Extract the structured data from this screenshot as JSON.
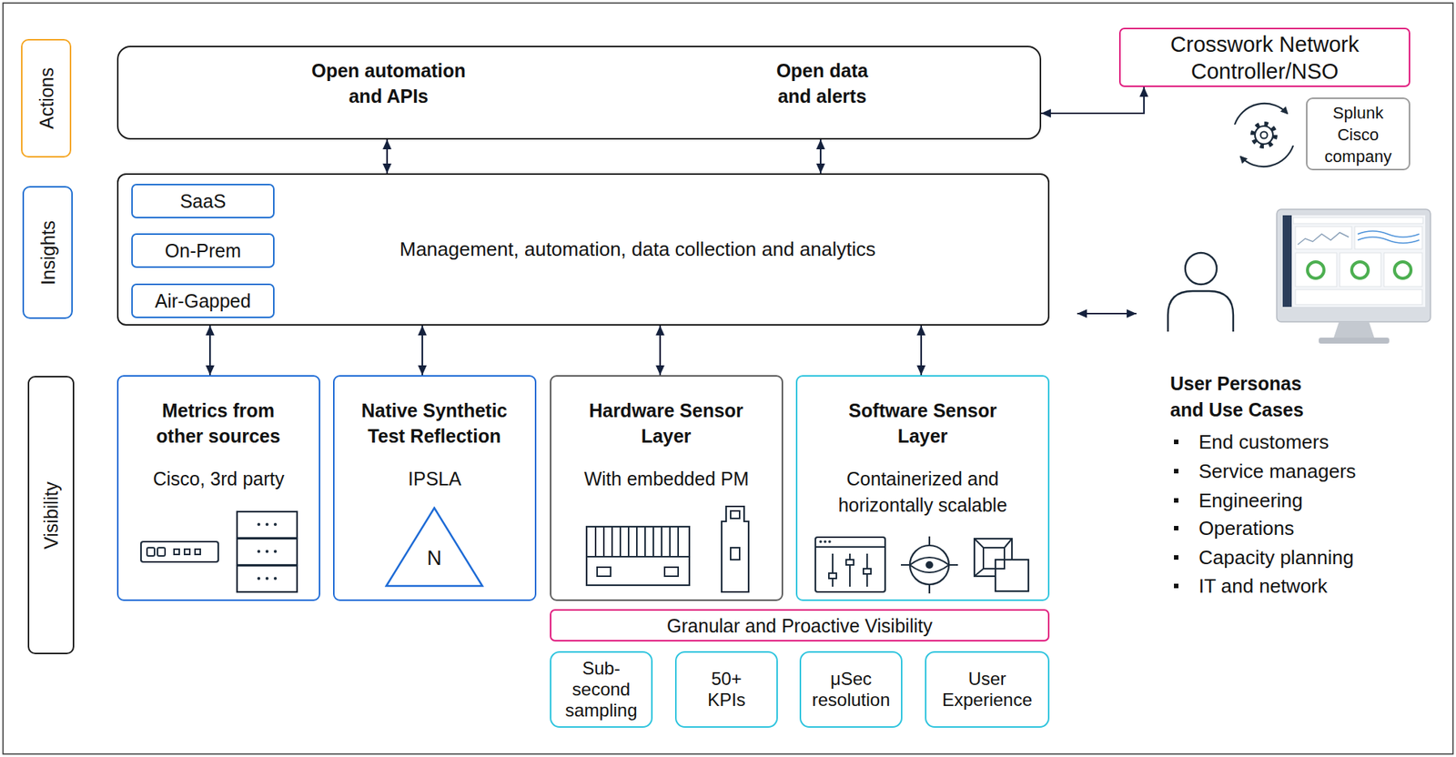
{
  "diagram": {
    "nodes": [
      {
        "text": [
          "Actions"
        ]
      },
      {
        "text": [
          "Insights"
        ]
      },
      {
        "text": [
          "Visibility"
        ]
      },
      {
        "text": [
          "Open automation and APIs",
          "Open data and alerts"
        ]
      },
      {
        "text": [
          "Management, automation, data collection and analytics"
        ]
      },
      {
        "text": [
          "SaaS"
        ],
        "in": 4
      },
      {
        "text": [
          "On-Prem"
        ],
        "in": 4
      },
      {
        "text": [
          "Air-Gapped"
        ],
        "in": 4
      },
      {
        "text": [
          "Metrics from other sources",
          "Cisco, 3rd party"
        ]
      },
      {
        "text": [
          "Native Synthetic Test Reflection",
          "IPSLA"
        ]
      },
      {
        "text": [
          "N"
        ],
        "in": 9
      },
      {
        "text": [
          "Hardware Sensor Layer",
          "With embedded PM"
        ]
      },
      {
        "text": [
          "Software Sensor Layer",
          "Containerized and horizontally scalable"
        ]
      },
      {
        "text": [
          "Granular and Proactive Visibility"
        ]
      },
      {
        "text": [
          "Sub- second sampling"
        ]
      },
      {
        "text": [
          "50+ KPIs"
        ]
      },
      {
        "text": [
          "μSec resolution"
        ]
      },
      {
        "text": [
          "User Experience"
        ]
      },
      {
        "text": [
          "Crosswork Network Controller/NSO"
        ]
      },
      {
        "text": [
          "Splunk Cisco company"
        ]
      }
    ],
    "edges": [
      {
        "from": 3,
        "to": 4,
        "arrow": "both"
      },
      {
        "from": 3,
        "to": 4,
        "arrow": "both"
      },
      {
        "from": 4,
        "to": 8,
        "arrow": "both"
      },
      {
        "from": 4,
        "to": 9,
        "arrow": "both"
      },
      {
        "from": 4,
        "to": 11,
        "arrow": "both"
      },
      {
        "from": 4,
        "to": 12,
        "arrow": "both"
      },
      {
        "from": 3,
        "to": 18,
        "arrow": "both"
      }
    ],
    "labels": [
      "User Personas and Use Cases",
      "End customers",
      "Service managers",
      "Engineering",
      "Operations",
      "Capacity planning",
      "IT and network"
    ]
  }
}
